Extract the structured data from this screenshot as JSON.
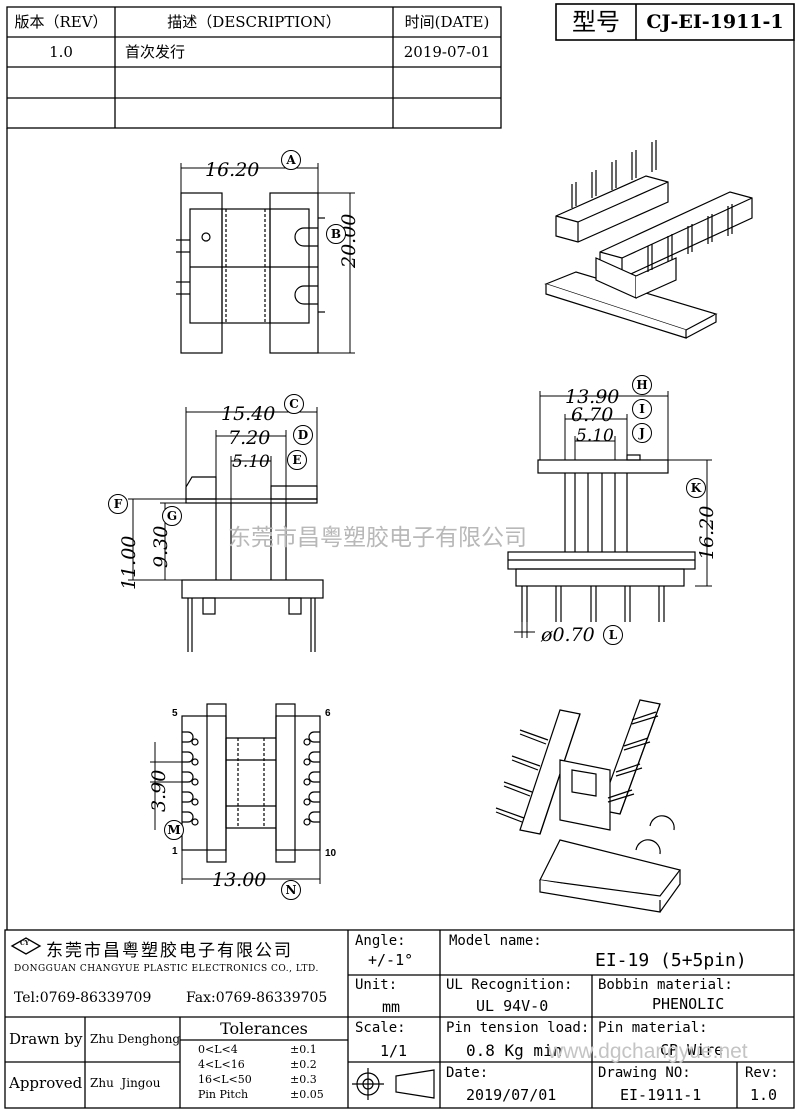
{
  "revision_table": {
    "headers": [
      "版本（REV）",
      "描述（DESCRIPTION）",
      "时间(DATE)"
    ],
    "rows": [
      [
        "1.0",
        "首次发行",
        "2019-07-01"
      ],
      [
        "",
        "",
        ""
      ],
      [
        "",
        "",
        ""
      ]
    ]
  },
  "model_box": {
    "label": "型号",
    "value": "CJ-EI-1911-1"
  },
  "dimensions": {
    "A": "16.20",
    "B": "20.00",
    "C": "15.40",
    "D": "7.20",
    "E": "5.10",
    "F": "11.00",
    "G": "9.30",
    "H": "13.90",
    "I": "6.70",
    "J": "5.10",
    "K": "16.20",
    "L": "ø0.70",
    "M": "3.90",
    "N": "13.00",
    "letters": [
      "A",
      "B",
      "C",
      "D",
      "E",
      "F",
      "G",
      "H",
      "I",
      "J",
      "K",
      "L",
      "M",
      "N"
    ]
  },
  "pin_numbers": {
    "p5": "5",
    "p6": "6",
    "p1": "1",
    "p10": "10"
  },
  "watermark": "东莞市昌粤塑胶电子有限公司",
  "company": {
    "name_cn": "东莞市昌粤塑胶电子有限公司",
    "name_en": "DONGGUAN CHANGYUE PLASTIC ELECTRONICS CO., LTD.",
    "tel": "Tel:0769-86339709",
    "fax": "Fax:0769-86339705",
    "logo_text": "CY"
  },
  "title_block": {
    "angle_label": "Angle:",
    "angle_value": "+/-1°",
    "unit_label": "Unit:",
    "unit_value": "mm",
    "scale_label": "Scale:",
    "scale_value": "1/1",
    "model_label": "Model name:",
    "model_value": "EI-19 (5+5pin)",
    "ul_label": "UL Recognition:",
    "ul_value": "UL 94V-0",
    "bobbin_label": "Bobbin material:",
    "bobbin_value": "PHENOLIC",
    "tension_label": "Pin tension load:",
    "tension_value": "0.8 Kg min",
    "pinmat_label": "Pin material:",
    "pinmat_value": "CP Wire",
    "date_label": "Date:",
    "date_value": "2019/07/01",
    "drawing_label": "Drawing NO:",
    "drawing_value": "EI-1911-1",
    "rev_label": "Rev:",
    "rev_value": "1.0",
    "drawn_label": "Drawn by",
    "drawn_value": "Zhu Denghong",
    "approved_label": "Approved",
    "approved_value": "Zhu  Jingou",
    "tolerances_title": "Tolerances",
    "tolerances": [
      [
        "0<L<4",
        "±0.1"
      ],
      [
        "4<L<16",
        "±0.2"
      ],
      [
        "16<L<50",
        "±0.3"
      ],
      [
        "Pin Pitch",
        "±0.05"
      ]
    ],
    "site_watermark": "www.dgchangyue.net"
  }
}
